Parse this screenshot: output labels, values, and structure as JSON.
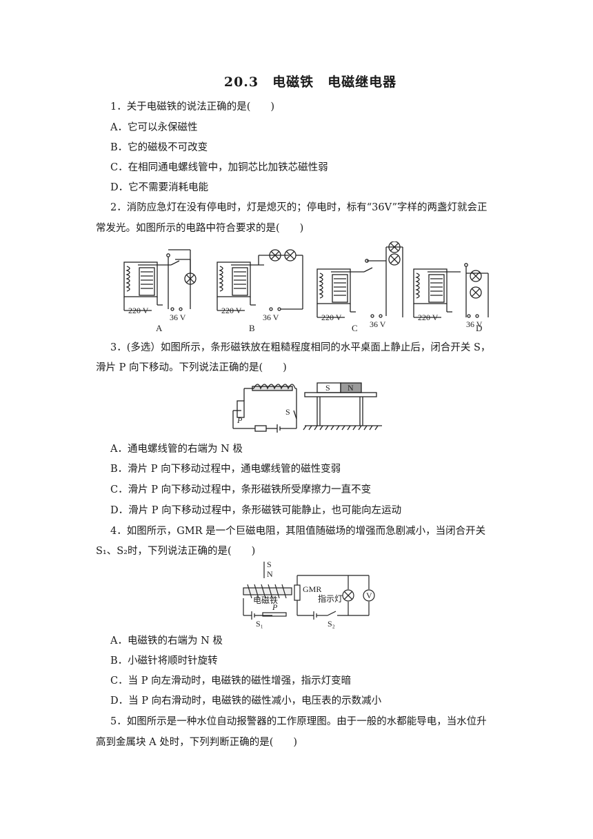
{
  "title": "20.3　电磁铁　电磁继电器",
  "q1": {
    "stem": "1．关于电磁铁的说法正确的是(　　)",
    "options": [
      "A．它可以永保磁性",
      "B．它的磁极不可改变",
      "C．在相同通电螺线管中，加铜芯比加铁芯磁性弱",
      "D．它不需要消耗电能"
    ]
  },
  "q2": {
    "stem_line1": "2．消防应急灯在没有停电时，灯是熄灭的；停电时，标有“36V”字样的两盏灯就会正",
    "stem_line2": "常发光。如图所示的电路中符合要求的是(　　)",
    "figure": {
      "labels": [
        "A",
        "B",
        "C",
        "D"
      ],
      "mains": "220 V",
      "lamp_voltage": "36 V"
    }
  },
  "q3": {
    "stem_line1": "3．(多选）如图所示，条形磁铁放在粗糙程度相同的水平桌面上静止后，闭合开关 S，",
    "stem_line2": "滑片 P 向下移动。下列说法正确的是(　　)",
    "figure": {
      "slider": "P",
      "switch": "S",
      "magnet_s": "S",
      "magnet_n": "N"
    },
    "options": [
      "A．通电螺线管的右端为 N 极",
      "B．滑片 P 向下移动过程中，通电螺线管的磁性变弱",
      "C．滑片 P 向下移动过程中，条形磁铁所受摩擦力一直不变",
      "D．滑片 P 向下移动过程中，条形磁铁可能静止，也可能向左运动"
    ]
  },
  "q4": {
    "stem_line1": "4．如图所示，GMR 是一个巨磁电阻，其阻值随磁场的增强而急剧减小，当闭合开关",
    "stem_line2": "S₁、S₂时，下列说法正确的是(　　)",
    "figure": {
      "needle_s": "S",
      "needle_n": "N",
      "electromagnet": "电磁铁",
      "gmr": "GMR",
      "indicator": "指示灯",
      "voltmeter": "V",
      "slider": "P",
      "s1": "S₁",
      "s2": "S₂"
    },
    "options": [
      "A．电磁铁的右端为 N 极",
      "B．小磁针将顺时针旋转",
      "C．当 P 向左滑动时，电磁铁的磁性增强，指示灯变暗",
      "D．当 P 向右滑动时，电磁铁的磁性减小，电压表的示数减小"
    ]
  },
  "q5": {
    "stem_line1": "5．如图所示是一种水位自动报警器的工作原理图。由于一般的水都能导电，当水位升",
    "stem_line2": "高到金属块 A 处时，下列判断正确的是(　　)"
  }
}
